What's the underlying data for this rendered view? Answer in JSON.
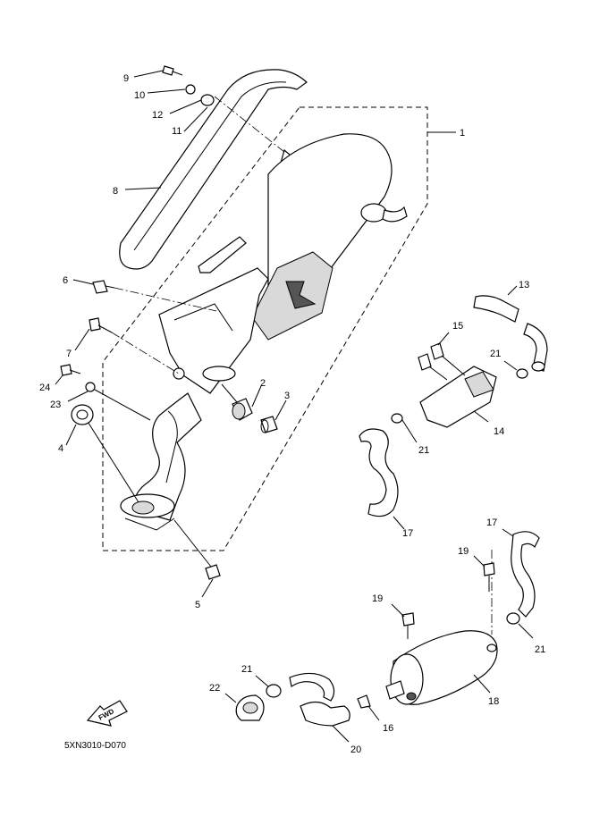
{
  "diagram": {
    "code": "5XN3010-D070",
    "fwd_label": "FWD",
    "callouts": {
      "p1": "1",
      "p2": "2",
      "p3": "3",
      "p4": "4",
      "p5": "5",
      "p6": "6",
      "p7": "7",
      "p8": "8",
      "p9": "9",
      "p10": "10",
      "p11": "11",
      "p12": "12",
      "p13": "13",
      "p14": "14",
      "p15": "15",
      "p16": "16",
      "p17a": "17",
      "p17b": "17",
      "p18": "18",
      "p19a": "19",
      "p19b": "19",
      "p20": "20",
      "p21a": "21",
      "p21b": "21",
      "p21c": "21",
      "p21d": "21",
      "p22": "22",
      "p23": "23",
      "p24": "24"
    }
  }
}
